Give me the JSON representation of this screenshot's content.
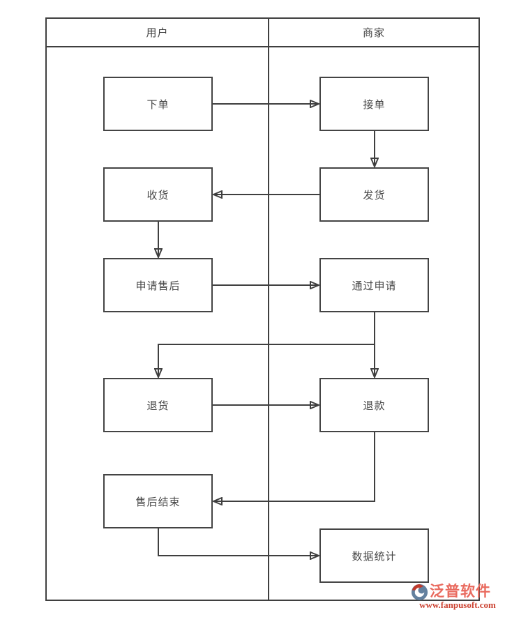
{
  "diagram": {
    "lanes": [
      {
        "id": "user",
        "label": "用户"
      },
      {
        "id": "merchant",
        "label": "商家"
      }
    ],
    "nodes": [
      {
        "id": "place-order",
        "lane": "user",
        "label": "下单"
      },
      {
        "id": "accept-order",
        "lane": "merchant",
        "label": "接单"
      },
      {
        "id": "receive-goods",
        "lane": "user",
        "label": "收货"
      },
      {
        "id": "ship-goods",
        "lane": "merchant",
        "label": "发货"
      },
      {
        "id": "apply-after-sales",
        "lane": "user",
        "label": "申请售后"
      },
      {
        "id": "approve-application",
        "lane": "merchant",
        "label": "通过申请"
      },
      {
        "id": "return-goods",
        "lane": "user",
        "label": "退货"
      },
      {
        "id": "refund",
        "lane": "merchant",
        "label": "退款"
      },
      {
        "id": "after-sales-end",
        "lane": "user",
        "label": "售后结束"
      },
      {
        "id": "data-statistics",
        "lane": "merchant",
        "label": "数据统计"
      }
    ],
    "edges": [
      {
        "from": "下单",
        "to": "接单"
      },
      {
        "from": "接单",
        "to": "发货"
      },
      {
        "from": "发货",
        "to": "收货"
      },
      {
        "from": "收货",
        "to": "申请售后"
      },
      {
        "from": "申请售后",
        "to": "通过申请"
      },
      {
        "from": "通过申请",
        "to": "退货"
      },
      {
        "from": "通过申请",
        "to": "退款"
      },
      {
        "from": "退货",
        "to": "退款"
      },
      {
        "from": "退款",
        "to": "售后结束"
      },
      {
        "from": "售后结束",
        "to": "数据统计"
      }
    ],
    "colors": {
      "line": "#3f3f3f",
      "node_border": "#444444",
      "node_fill": "#ffffff",
      "text": "#474747"
    }
  },
  "watermark": {
    "brand": "泛普软件",
    "url": "www.fanpusoft.com",
    "brand_color": "#e96a5e",
    "url_color": "#cc4433",
    "logo": "fanpu-swirl-logo"
  }
}
